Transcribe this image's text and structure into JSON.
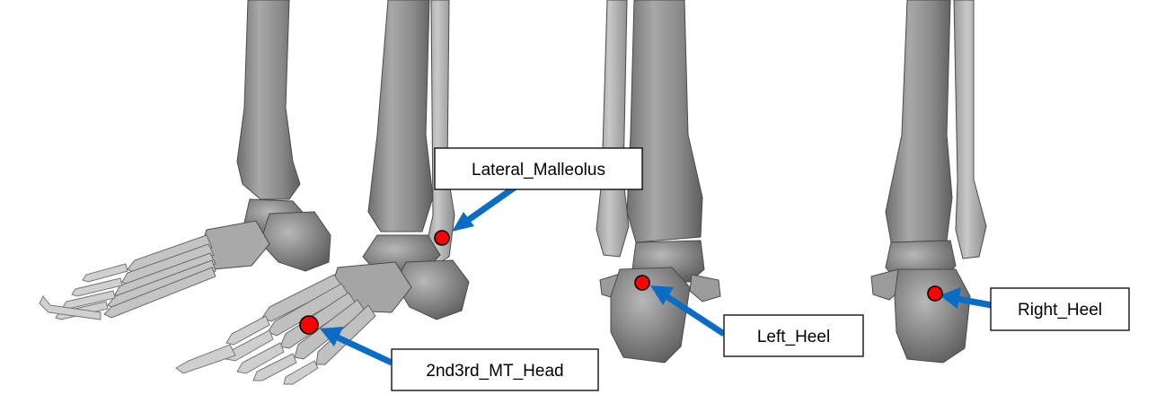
{
  "colors": {
    "bone_dark": "#6f6f6f",
    "bone_mid": "#8f8f8f",
    "bone_light": "#b4b4b4",
    "bone_pale": "#c9c9c9",
    "marker": "#ff0000",
    "arrow": "#0a6cc4",
    "label_border": "#000000",
    "background": "#ffffff"
  },
  "panels": [
    {
      "view": "lateral-oblique-foot"
    },
    {
      "view": "lateral-foot"
    },
    {
      "view": "posterior-left-ankle"
    },
    {
      "view": "posterior-right-ankle"
    }
  ],
  "landmarks": [
    {
      "id": "lateral_malleolus",
      "label": "Lateral_Malleolus"
    },
    {
      "id": "mt_head",
      "label": "2nd3rd_MT_Head"
    },
    {
      "id": "left_heel",
      "label": "Left_Heel"
    },
    {
      "id": "right_heel",
      "label": "Right_Heel"
    }
  ]
}
